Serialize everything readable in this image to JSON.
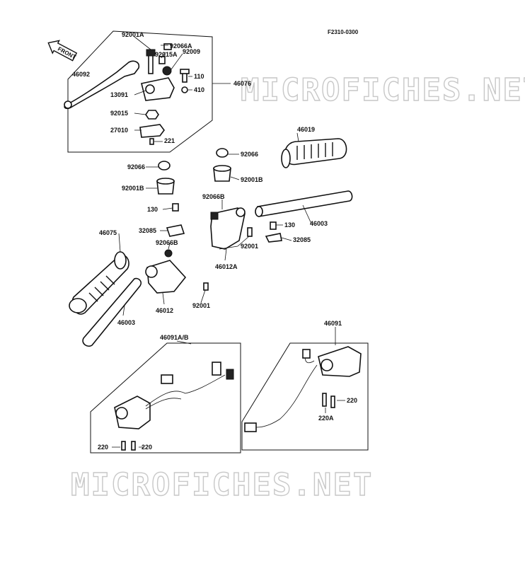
{
  "diagram": {
    "ref_code": "F2310-0300",
    "front_label": "FRONT",
    "watermark": "MICROFICHES.NET",
    "labels": {
      "p92001A": "92001A",
      "p92066A": "92066A",
      "p92015A": "92015A",
      "p92009": "92009",
      "p46092": "46092",
      "p110": "110",
      "p410": "410",
      "p46076": "46076",
      "p13091": "13091",
      "p92015": "92015",
      "p27010": "27010",
      "p221": "221",
      "p46019": "46019",
      "p92066_r": "92066",
      "p92001B_r": "92001B",
      "p92066_l": "92066",
      "p92001B_l": "92001B",
      "p92066B_r": "92066B",
      "p130_l": "130",
      "p46003_r": "46003",
      "p32085_l": "32085",
      "p130_r": "130",
      "p46075": "46075",
      "p32085_r": "32085",
      "p92066B_l": "92066B",
      "p92001_r": "92001",
      "p46012A": "46012A",
      "p46012": "46012",
      "p46003_l": "46003",
      "p92001_l": "92001",
      "p46091AB": "46091A/B",
      "p46091": "46091",
      "p220_r": "220",
      "p220A": "220A",
      "p220_l1": "220",
      "p220_l2": "220"
    }
  }
}
